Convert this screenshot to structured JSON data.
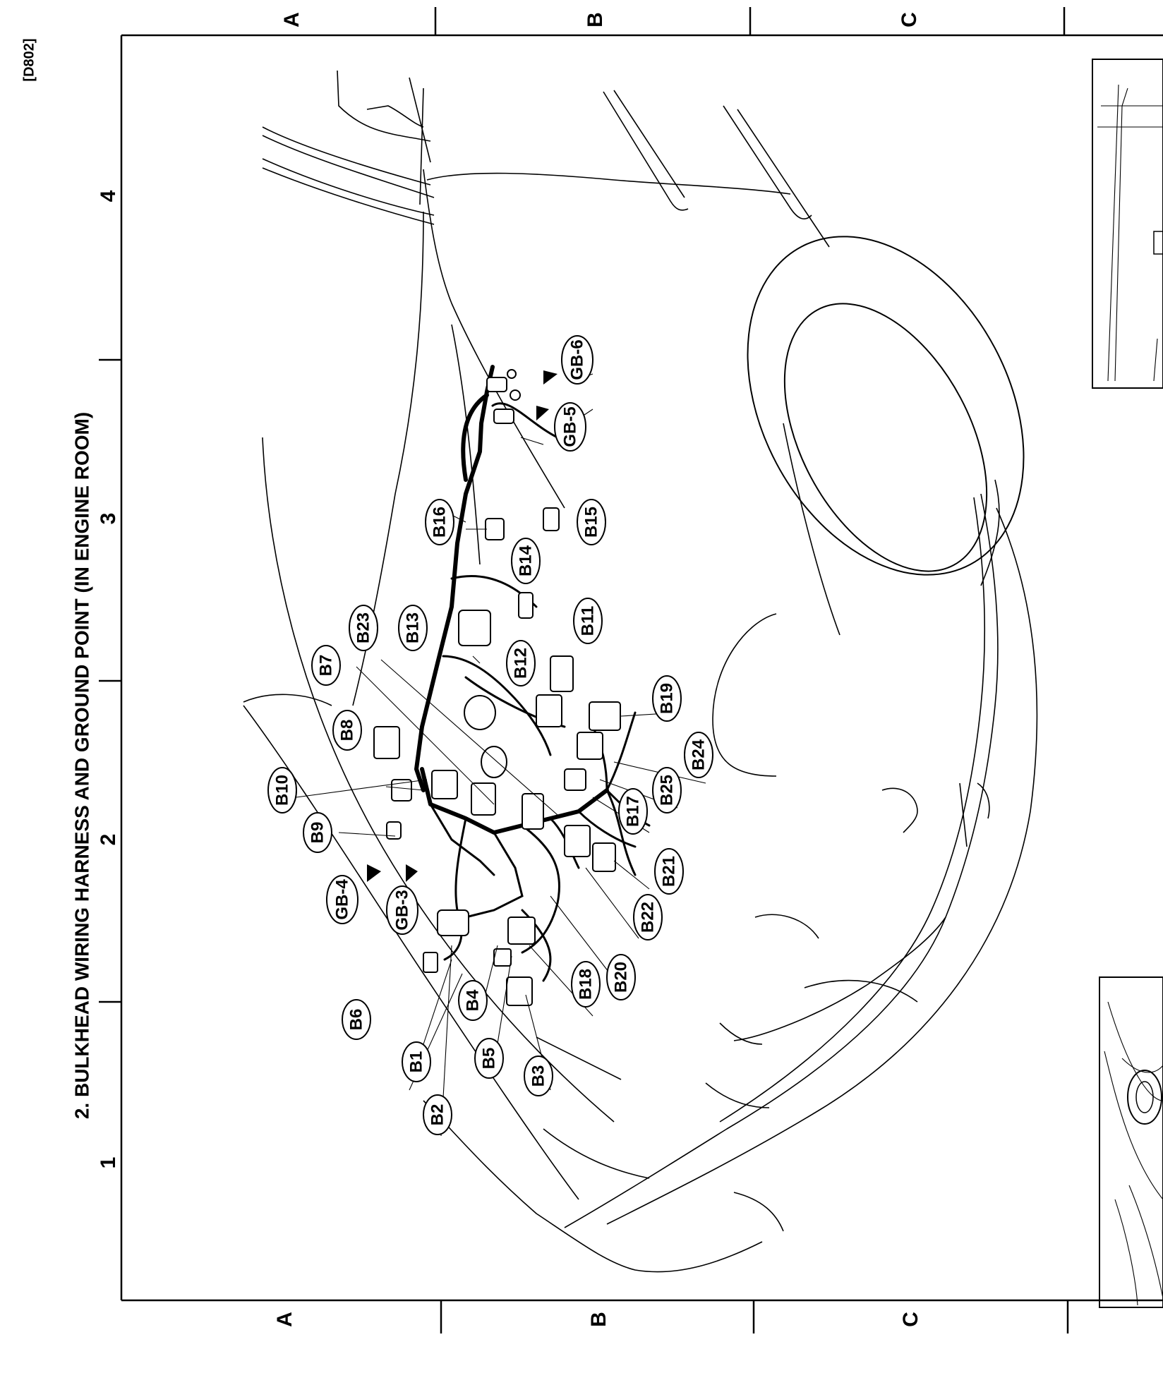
{
  "doc_code": "[D802]",
  "title": "2. BULKHEAD WIRING HARNESS AND GROUND POINT (IN ENGINE ROOM)",
  "grid": {
    "top_letters": [
      "A",
      "B",
      "C"
    ],
    "bottom_letters": [
      "A",
      "B",
      "C"
    ],
    "numbers": [
      "4",
      "3",
      "2",
      "1"
    ]
  },
  "callouts": {
    "B1": "B1",
    "B2": "B2",
    "B3": "B3",
    "B4": "B4",
    "B5": "B5",
    "B6": "B6",
    "B7": "B7",
    "B8": "B8",
    "B9": "B9",
    "B10": "B10",
    "B11": "B11",
    "B12": "B12",
    "B13": "B13",
    "B14": "B14",
    "B15": "B15",
    "B16": "B16",
    "B17": "B17",
    "B18": "B18",
    "B19": "B19",
    "B20": "B20",
    "B21": "B21",
    "B22": "B22",
    "B23": "B23",
    "B24": "B24",
    "B25": "B25",
    "GB3": "GB-3",
    "GB4": "GB-4",
    "GB5": "GB-5",
    "GB6": "GB-6"
  }
}
